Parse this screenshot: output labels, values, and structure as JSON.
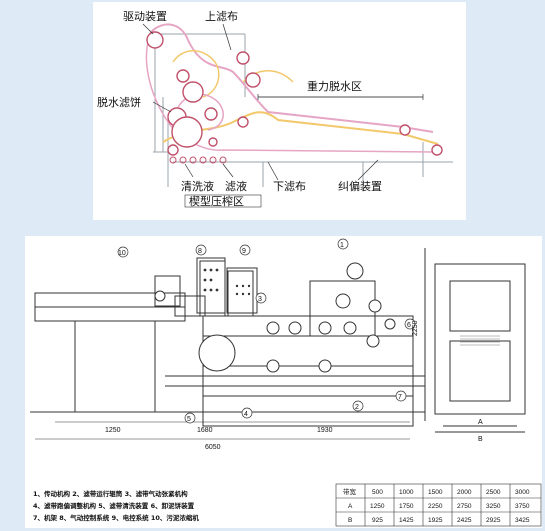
{
  "process_diagram": {
    "labels": {
      "drive_device": "驱动装置",
      "upper_filter_cloth": "上滤布",
      "dewatered_cake": "脱水滤饼",
      "gravity_zone": "重力脱水区",
      "wash_liquid": "清洗液",
      "filtrate": "滤液",
      "wedge_zone": "楔型压榨区",
      "lower_filter_cloth": "下滤布",
      "correction_device": "纠偏装置"
    }
  },
  "drawing": {
    "callouts": [
      "1",
      "2",
      "3",
      "4",
      "5",
      "6",
      "7",
      "8",
      "9",
      "10"
    ],
    "dimensions": {
      "d1250": "1250",
      "d1680": "1680",
      "d1930": "1930",
      "d6050": "6050",
      "d2250": "2250",
      "dA": "A",
      "dB": "B"
    },
    "legend": {
      "row1": "1、传动机构   2、滤带运行辊筒   3、滤带气动张紧机构",
      "row2": "4、滤带跑偏调整机构  5、滤带清洗装置   6、卸泥饼装置",
      "row3": "7、机架  8、气动控制系统  9、电控系统  10、污泥浓缩机"
    },
    "table": {
      "header": [
        "带宽",
        "500",
        "1000",
        "1500",
        "2000",
        "2500",
        "3000"
      ],
      "rows": [
        [
          "A",
          "1250",
          "1750",
          "2250",
          "2750",
          "3250",
          "3750"
        ],
        [
          "B",
          "925",
          "1425",
          "1925",
          "2425",
          "2925",
          "3425"
        ]
      ]
    }
  }
}
